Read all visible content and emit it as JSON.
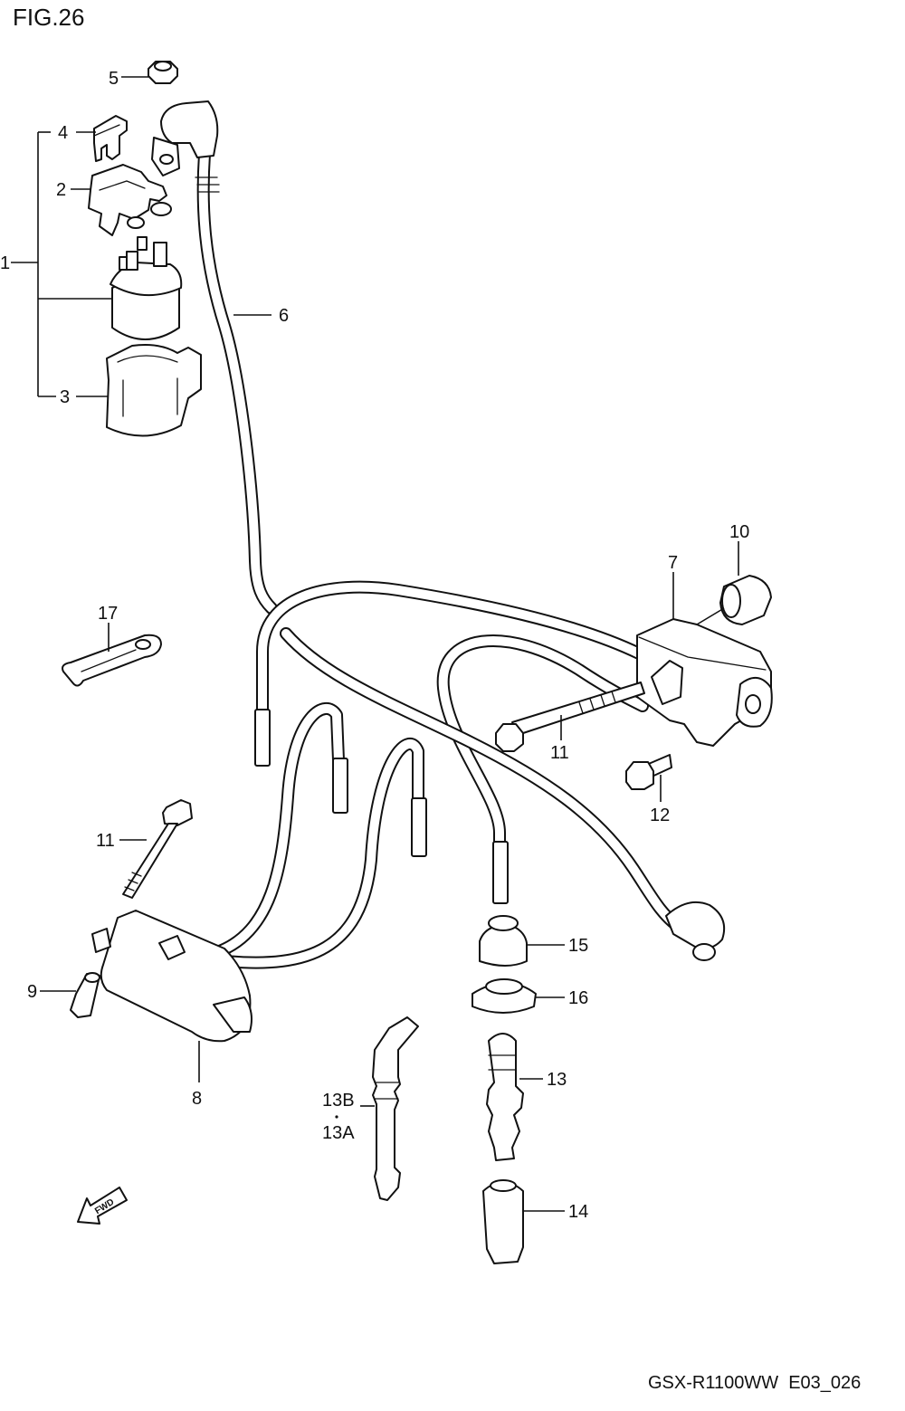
{
  "figure": {
    "title": "FIG.26",
    "footer": "GSX-R1100WW  E03_026",
    "fwd_label": "FWD"
  },
  "callouts": {
    "p1": "1",
    "p2": "2",
    "p3": "3",
    "p4": "4",
    "p5": "5",
    "p6": "6",
    "p7": "7",
    "p8": "8",
    "p9": "9",
    "p10": "10",
    "p11a": "11",
    "p11b": "11",
    "p12": "12",
    "p13": "13",
    "p13b": "13B",
    "p13a": "13A",
    "p14": "14",
    "p15": "15",
    "p16": "16",
    "p17": "17"
  }
}
